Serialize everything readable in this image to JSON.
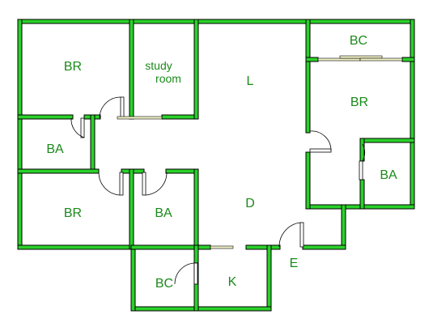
{
  "colors": {
    "wall": "#2ad12a",
    "wall_outline": "#000000",
    "label": "#1a8a1a",
    "background": "#ffffff"
  },
  "rooms": {
    "br_top_left": "BR",
    "ba_left": "BA",
    "br_bottom_left": "BR",
    "study_line1": "study",
    "study_line2": "room",
    "ba_center": "BA",
    "living": "L",
    "dining": "D",
    "bc_top_right": "BC",
    "br_right": "BR",
    "ba_right": "BA",
    "bc_bottom": "BC",
    "kitchen": "K",
    "entry": "E"
  }
}
